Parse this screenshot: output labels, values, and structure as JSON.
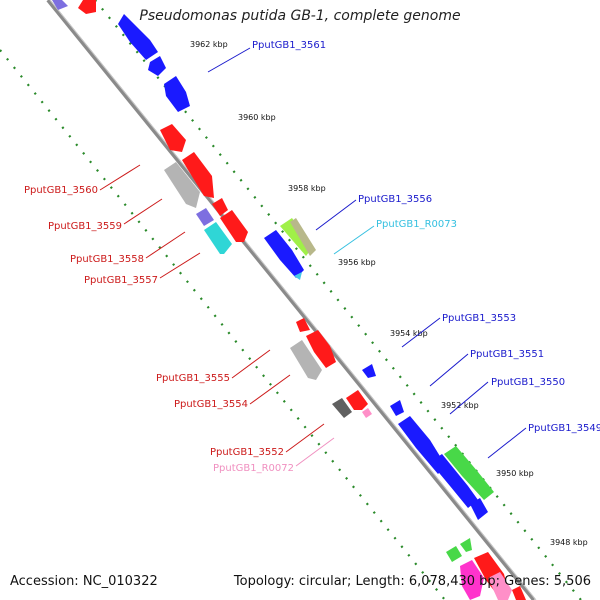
{
  "title": "Pseudomonas putida GB-1, complete genome",
  "footer": {
    "accession": "Accession: NC_010322",
    "summary": "Topology: circular; Length: 6,078,430 bp; Genes: 5,506"
  },
  "colors": {
    "forward_blue": "#1a1aff",
    "reverse_red": "#ff1a1a",
    "pseudo_gray": "#b4b4b4",
    "cyan": "#2fd6d6",
    "purple": "#7d6fe0",
    "green": "#48d848",
    "lime": "#a0f048",
    "trna_cyan": "#46c8e8",
    "rrna_pink": "#ff8fc8",
    "magenta": "#ff33cc",
    "dark_gray": "#606060",
    "tick_green": "#2a8a2a",
    "backbone": "#8a8a8a",
    "label_blue": "#1a1acc",
    "label_red": "#cc1a1a",
    "label_cyan": "#35c0e0",
    "label_pink": "#f090c0"
  },
  "ticks": [
    {
      "label": "3962 kbp"
    },
    {
      "label": "3960 kbp"
    },
    {
      "label": "3958 kbp"
    },
    {
      "label": "3956 kbp"
    },
    {
      "label": "3954 kbp"
    },
    {
      "label": "3952 kbp"
    },
    {
      "label": "3950 kbp"
    },
    {
      "label": "3948 kbp"
    }
  ],
  "gene_labels": [
    {
      "label": "PputGB1_3561",
      "color": "label_blue"
    },
    {
      "label": "PputGB1_3560",
      "color": "label_red"
    },
    {
      "label": "PputGB1_3559",
      "color": "label_red"
    },
    {
      "label": "PputGB1_3558",
      "color": "label_red"
    },
    {
      "label": "PputGB1_3557",
      "color": "label_red"
    },
    {
      "label": "PputGB1_3556",
      "color": "label_blue"
    },
    {
      "label": "PputGB1_R0073",
      "color": "label_cyan"
    },
    {
      "label": "PputGB1_3553",
      "color": "label_blue"
    },
    {
      "label": "PputGB1_3551",
      "color": "label_blue"
    },
    {
      "label": "PputGB1_3550",
      "color": "label_blue"
    },
    {
      "label": "PputGB1_3549",
      "color": "label_blue"
    },
    {
      "label": "PputGB1_3555",
      "color": "label_red"
    },
    {
      "label": "PputGB1_3554",
      "color": "label_red"
    },
    {
      "label": "PputGB1_3552",
      "color": "label_red"
    },
    {
      "label": "PputGB1_R0072",
      "color": "label_pink"
    }
  ]
}
